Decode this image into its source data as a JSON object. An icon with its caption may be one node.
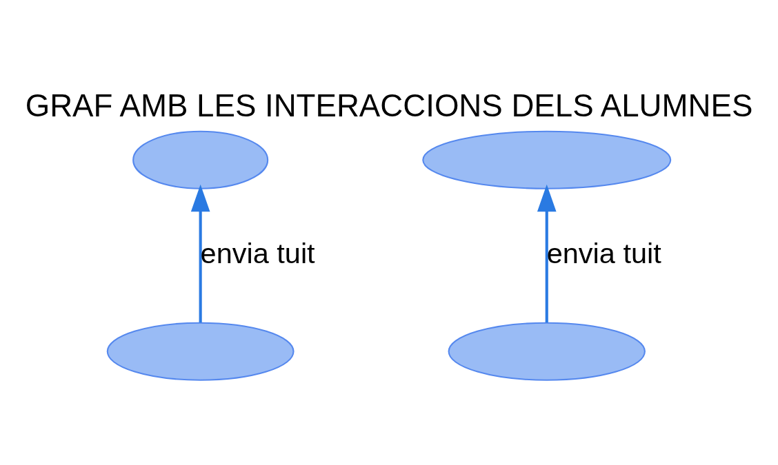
{
  "diagram": {
    "title": "GRAF AMB LES INTERACCIONS DELS ALUMNES",
    "nodes": [
      {
        "text": [],
        "shape": "ellipse"
      },
      {
        "text": [],
        "shape": "ellipse"
      },
      {
        "text": [],
        "shape": "ellipse"
      },
      {
        "text": [],
        "shape": "ellipse"
      }
    ],
    "edges": [
      {
        "from": 1,
        "to": 0,
        "arrow": "to",
        "label": "envia tuit"
      },
      {
        "from": 3,
        "to": 2,
        "arrow": "to",
        "label": "envia tuit"
      }
    ]
  }
}
